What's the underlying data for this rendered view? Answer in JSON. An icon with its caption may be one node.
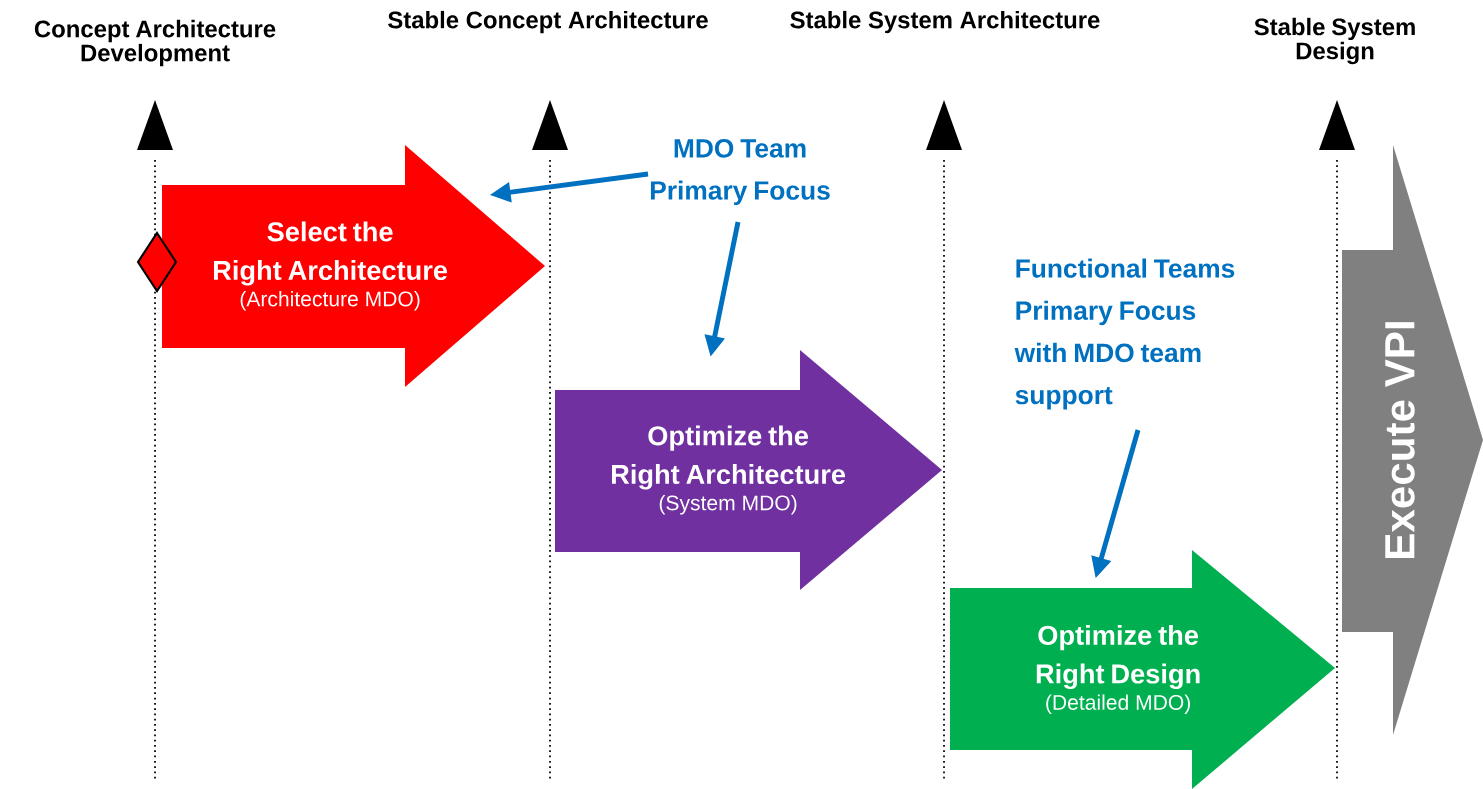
{
  "diagram": {
    "nodes": [
      {
        "text": [
          "Select the Right Architecture",
          "(Architecture MDO)"
        ]
      },
      {
        "text": [
          "Optimize the Right Architecture",
          "(System MDO)"
        ]
      },
      {
        "text": [
          "Optimize the Right Design",
          "(Detailed MDO)"
        ]
      },
      {
        "text": [
          "Execute VPI"
        ]
      },
      {
        "text": [
          "MDO Team Primary Focus"
        ]
      },
      {
        "text": [
          "Functional Teams Primary Focus with MDO team support"
        ]
      }
    ],
    "edges": [
      {
        "from": 4,
        "to": 0,
        "arrow": "to"
      },
      {
        "from": 4,
        "to": 1,
        "arrow": "to"
      },
      {
        "from": 5,
        "to": 2,
        "arrow": "to"
      }
    ],
    "labels": [
      "Concept Architecture Development",
      "Stable Concept Architecture",
      "Stable System Architecture",
      "Stable System Design"
    ]
  }
}
